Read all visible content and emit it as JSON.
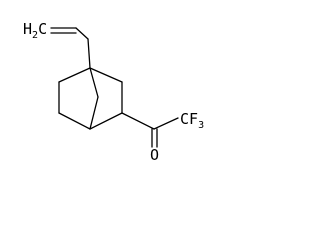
{
  "molecule": {
    "atom_labels": {
      "vinyl_ch2": {
        "main": "H",
        "sub": "2",
        "tail": "C"
      },
      "oxygen": "O",
      "cf3": {
        "main": "CF",
        "sub": "3"
      }
    }
  }
}
